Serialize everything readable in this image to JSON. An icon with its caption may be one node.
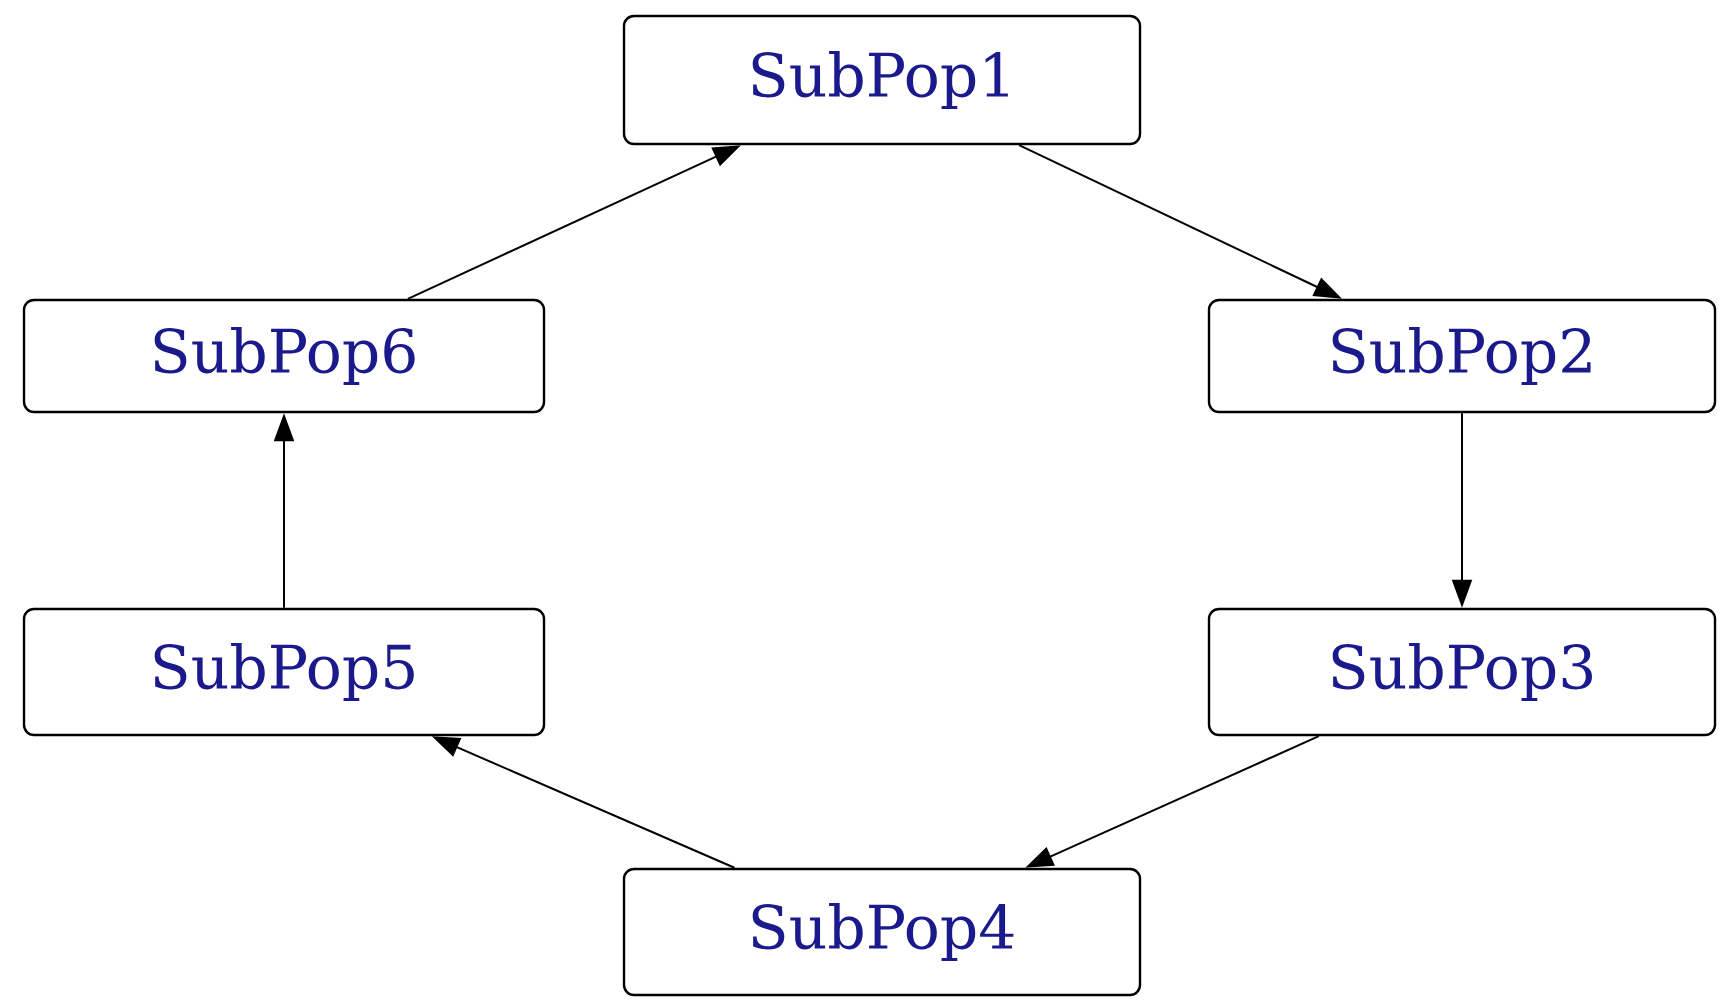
{
  "diagram": {
    "nodes": [
      {
        "text": [
          "SubPop1"
        ]
      },
      {
        "text": [
          "SubPop2"
        ]
      },
      {
        "text": [
          "SubPop3"
        ]
      },
      {
        "text": [
          "SubPop4"
        ]
      },
      {
        "text": [
          "SubPop5"
        ]
      },
      {
        "text": [
          "SubPop6"
        ]
      }
    ],
    "edges": [
      {
        "from": 0,
        "to": 1,
        "arrow": "to"
      },
      {
        "from": 1,
        "to": 2,
        "arrow": "to"
      },
      {
        "from": 2,
        "to": 3,
        "arrow": "to"
      },
      {
        "from": 3,
        "to": 4,
        "arrow": "to"
      },
      {
        "from": 4,
        "to": 5,
        "arrow": "to"
      },
      {
        "from": 5,
        "to": 0,
        "arrow": "to"
      }
    ]
  }
}
